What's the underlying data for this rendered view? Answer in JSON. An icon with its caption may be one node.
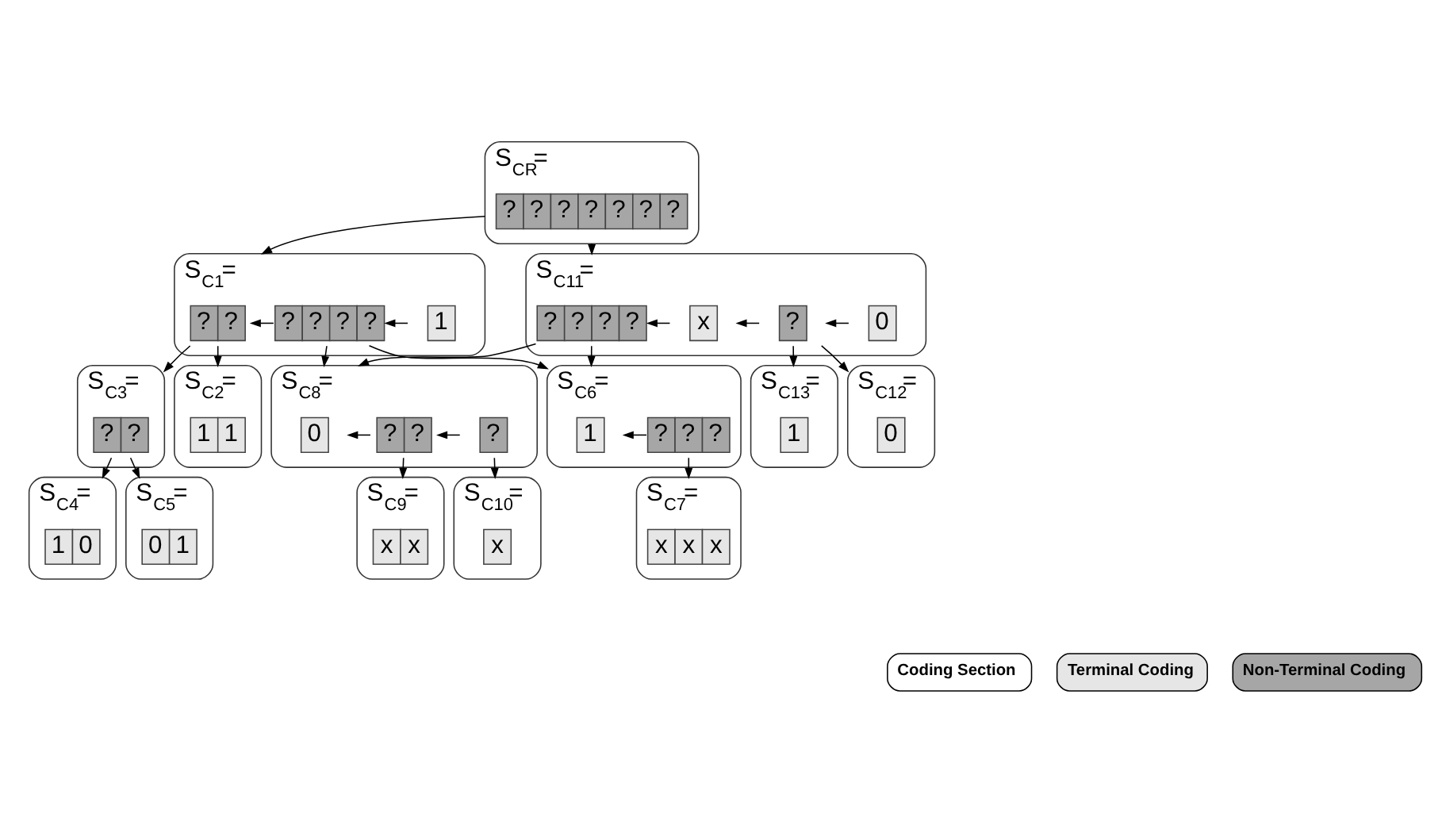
{
  "diagram": {
    "nodes": [
      {
        "text": [
          "S$_{CR}$="
        ]
      },
      {
        "text": [
          "?",
          "?",
          "?",
          "?",
          "?",
          "?",
          "?"
        ],
        "in": 0
      },
      {
        "text": [
          "S$_{C1}$="
        ]
      },
      {
        "text": [
          "?",
          "?"
        ],
        "in": 2
      },
      {
        "text": [
          "?",
          "?",
          "?",
          "?"
        ],
        "in": 2
      },
      {
        "text": [
          "1"
        ],
        "in": 2
      },
      {
        "text": [
          "S$_{C11}$="
        ]
      },
      {
        "text": [
          "?",
          "?",
          "?",
          "?"
        ],
        "in": 6
      },
      {
        "text": [
          "x"
        ],
        "in": 6
      },
      {
        "text": [
          "?"
        ],
        "in": 6
      },
      {
        "text": [
          "0"
        ],
        "in": 6
      },
      {
        "text": [
          "S$_{C2}$="
        ]
      },
      {
        "text": [
          "1",
          "1"
        ],
        "in": 11
      },
      {
        "text": [
          "S$_{C3}$="
        ]
      },
      {
        "text": [
          "?",
          "?"
        ],
        "in": 13
      },
      {
        "text": [
          "S$_{C12}$="
        ]
      },
      {
        "text": [
          "0"
        ],
        "in": 15
      },
      {
        "text": [
          "S$_{C13}$="
        ]
      },
      {
        "text": [
          "1"
        ],
        "in": 17
      },
      {
        "text": [
          "S$_{C6}$="
        ]
      },
      {
        "text": [
          "1"
        ],
        "in": 19
      },
      {
        "text": [
          "?",
          "?",
          "?"
        ],
        "in": 19
      },
      {
        "text": [
          "S$_{C8}$="
        ]
      },
      {
        "text": [
          "0"
        ],
        "in": 22
      },
      {
        "text": [
          "?",
          "?"
        ],
        "in": 22
      },
      {
        "text": [
          "?"
        ],
        "in": 22
      },
      {
        "text": [
          "S$_{C4}$="
        ]
      },
      {
        "text": [
          "1",
          "0"
        ],
        "in": 26
      },
      {
        "text": [
          "S$_{C5}$="
        ]
      },
      {
        "text": [
          "0",
          "1"
        ],
        "in": 28
      },
      {
        "text": [
          "S$_{C7}$="
        ]
      },
      {
        "text": [
          "x",
          "x",
          "x"
        ],
        "in": 30
      },
      {
        "text": [
          "S$_{C9}$="
        ]
      },
      {
        "text": [
          "x",
          "x"
        ],
        "in": 32
      },
      {
        "text": [
          "S$_{C10}$="
        ]
      },
      {
        "text": [
          "x"
        ],
        "in": 34
      }
    ],
    "edges": [
      {
        "from": 0,
        "to": 2,
        "arrow": "to"
      },
      {
        "from": 0,
        "to": 6,
        "arrow": "to"
      },
      {
        "from": 4,
        "to": 3,
        "arrow": "to"
      },
      {
        "from": 5,
        "to": 4,
        "arrow": "to"
      },
      {
        "from": 8,
        "to": 7,
        "arrow": "to"
      },
      {
        "from": 9,
        "to": 8,
        "arrow": "to"
      },
      {
        "from": 10,
        "to": 9,
        "arrow": "to"
      },
      {
        "from": 3,
        "to": 11,
        "arrow": "to"
      },
      {
        "from": 3,
        "to": 13,
        "arrow": "to"
      },
      {
        "from": 4,
        "to": 19,
        "arrow": "to"
      },
      {
        "from": 4,
        "to": 22,
        "arrow": "to"
      },
      {
        "from": 7,
        "to": 19,
        "arrow": "to"
      },
      {
        "from": 7,
        "to": 22,
        "arrow": "to"
      },
      {
        "from": 9,
        "to": 15,
        "arrow": "to"
      },
      {
        "from": 9,
        "to": 17,
        "arrow": "to"
      },
      {
        "from": 21,
        "to": 20,
        "arrow": "to"
      },
      {
        "from": 24,
        "to": 23,
        "arrow": "to"
      },
      {
        "from": 25,
        "to": 24,
        "arrow": "to"
      },
      {
        "from": 14,
        "to": 26,
        "arrow": "to"
      },
      {
        "from": 14,
        "to": 28,
        "arrow": "to"
      },
      {
        "from": 21,
        "to": 30,
        "arrow": "to"
      },
      {
        "from": 24,
        "to": 32,
        "arrow": "to"
      },
      {
        "from": 25,
        "to": 34,
        "arrow": "to"
      }
    ],
    "legend": [
      {
        "text": "Coding Section",
        "color": "#ffffff"
      },
      {
        "text": "Terminal Coding",
        "color": "#e6e6e6"
      },
      {
        "text": "Non-Terminal Coding",
        "color": "#a6a6a6"
      }
    ]
  }
}
